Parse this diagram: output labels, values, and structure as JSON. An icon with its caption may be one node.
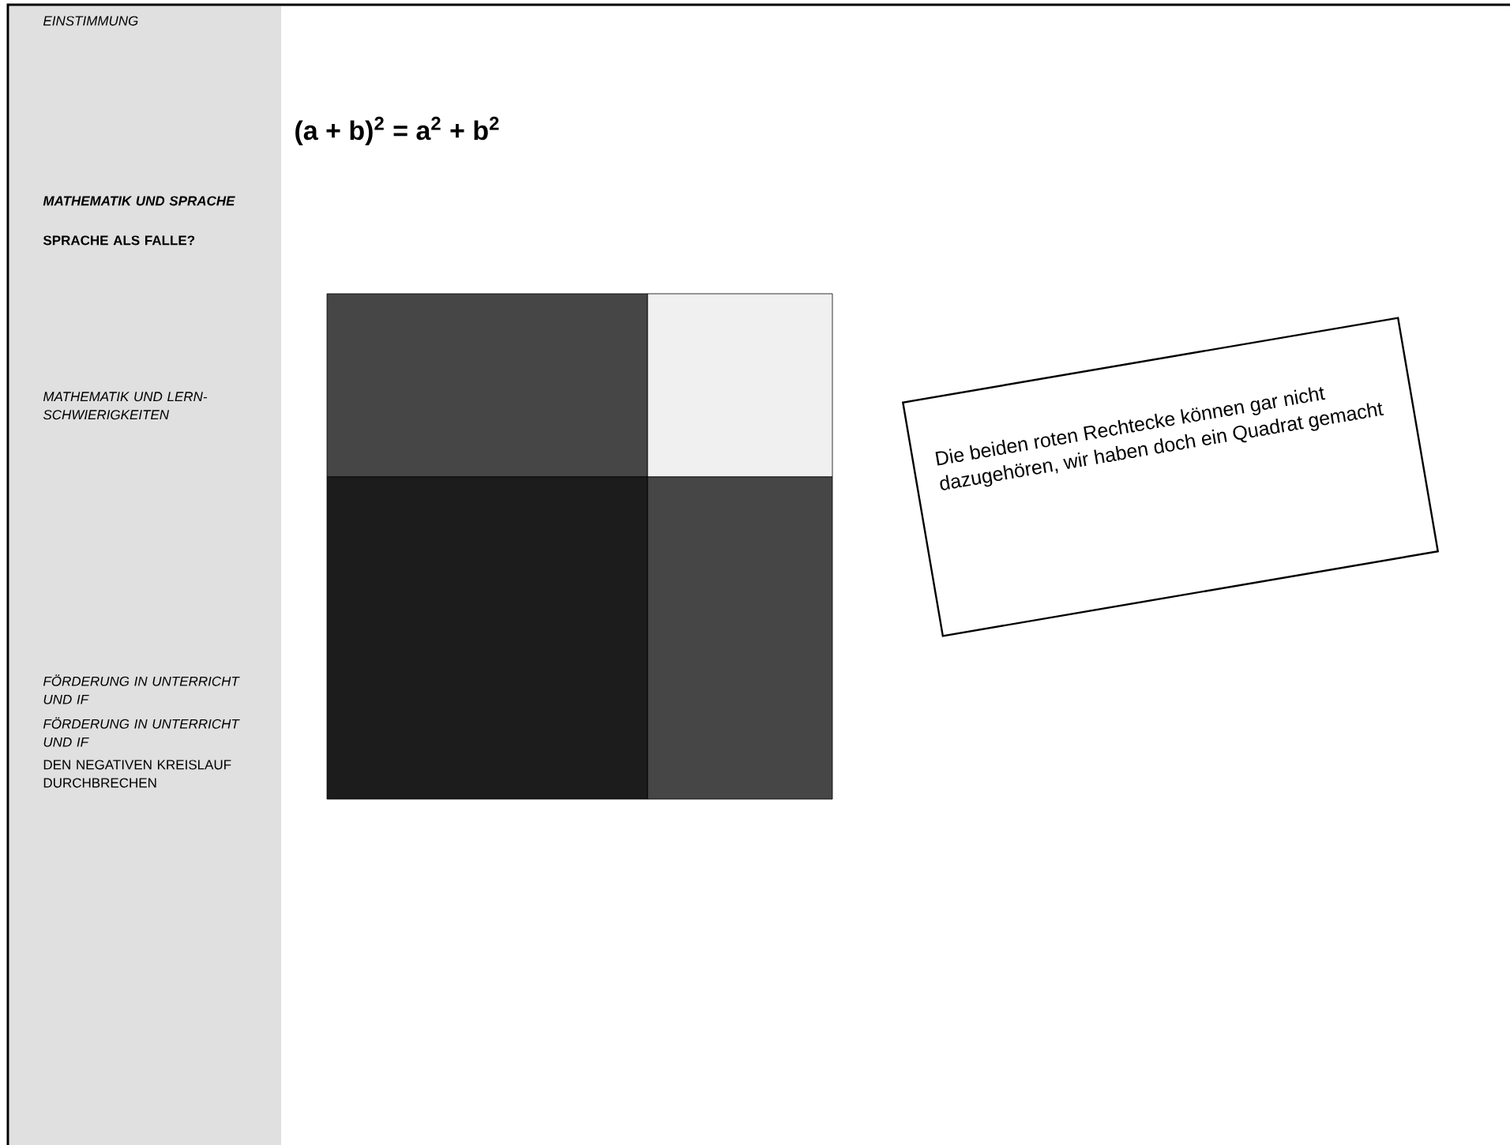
{
  "diagram": {
    "title": "(a + b)$^{2}$ = a$^{2}$ + b$^{2}$",
    "nodes": [
      {
        "text": [
          "EINSTIMMUNG",
          "MATHEMATIK UND SPRACHE",
          "SPRACHE ALS FALLE?",
          "MATHEMATIK UND LERN- SCHWIERIGKEITEN",
          "FÖRDERUNG IN UNTERRICHT UND IF",
          "FÖRDERUNG IN UNTERRICHT UND IF",
          "DEN NEGATIVEN KREISLAUF DURCHBRECHEN"
        ]
      },
      {
        "text": [],
        "shape": "box"
      },
      {
        "text": [],
        "shape": "box"
      },
      {
        "text": [],
        "shape": "box"
      },
      {
        "text": [],
        "shape": "box"
      },
      {
        "text": [
          "Die beiden roten Rechtecke können gar nicht dazugehören, wir haben doch ein Quadrat gemacht"
        ]
      }
    ],
    "edges": []
  }
}
